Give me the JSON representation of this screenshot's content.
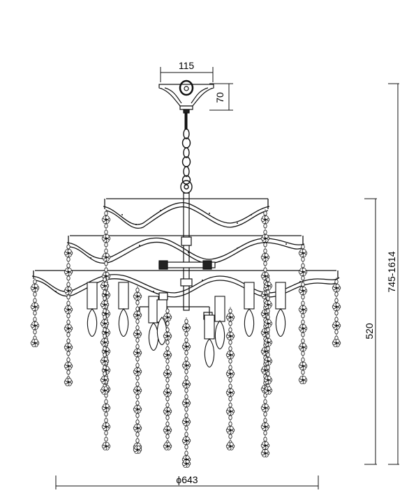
{
  "dimensions": {
    "canopy_width": "115",
    "canopy_height": "70",
    "total_height": "745-1614",
    "body_height": "520",
    "diameter": "ϕ643"
  },
  "colors": {
    "line": "#111111",
    "background": "#ffffff"
  }
}
